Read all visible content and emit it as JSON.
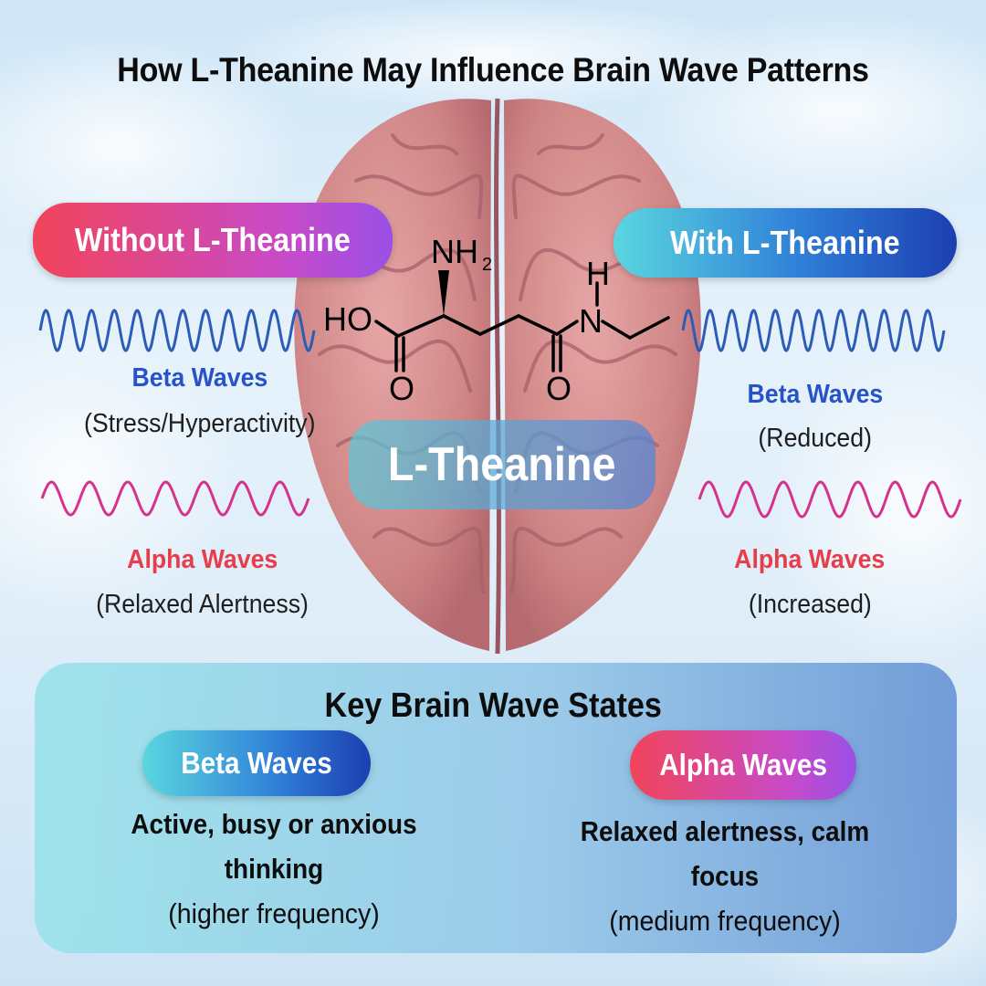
{
  "title": "How L-Theanine May Influence Brain Wave Patterns",
  "center_label": "L-Theanine",
  "molecule": {
    "nh2_main": "NH",
    "nh2_sub": "2",
    "hydroxyl": "HO",
    "oxygen": "O",
    "nitrogen": "N",
    "hydrogen": "H"
  },
  "left": {
    "pill": "Without L-Theanine",
    "beta_title": "Beta Waves",
    "beta_note": "(Stress/Hyperactivity)",
    "alpha_title": "Alpha Waves",
    "alpha_note": "(Relaxed Alertness)"
  },
  "right": {
    "pill": "With L-Theanine",
    "beta_title": "Beta Waves",
    "beta_note": "(Reduced)",
    "alpha_title": "Alpha Waves",
    "alpha_note": "(Increased)"
  },
  "key_states": {
    "heading": "Key Brain Wave States",
    "beta": {
      "pill": "Beta Waves",
      "line1": "Active, busy or anxious",
      "line2": "thinking",
      "freq": "(higher frequency)"
    },
    "alpha": {
      "pill": "Alpha Waves",
      "line1": "Relaxed alertness, calm",
      "line2": "focus",
      "freq": "(medium frequency)"
    }
  },
  "colors": {
    "beta_wave": "#2b5cb8",
    "alpha_wave": "#d6328c",
    "beta_label": "#2753c8",
    "alpha_label": "#e63e4c"
  },
  "waves": {
    "left_beta_cycles": 12,
    "left_alpha_cycles": 7,
    "right_beta_cycles": 12,
    "right_alpha_cycles": 7
  }
}
